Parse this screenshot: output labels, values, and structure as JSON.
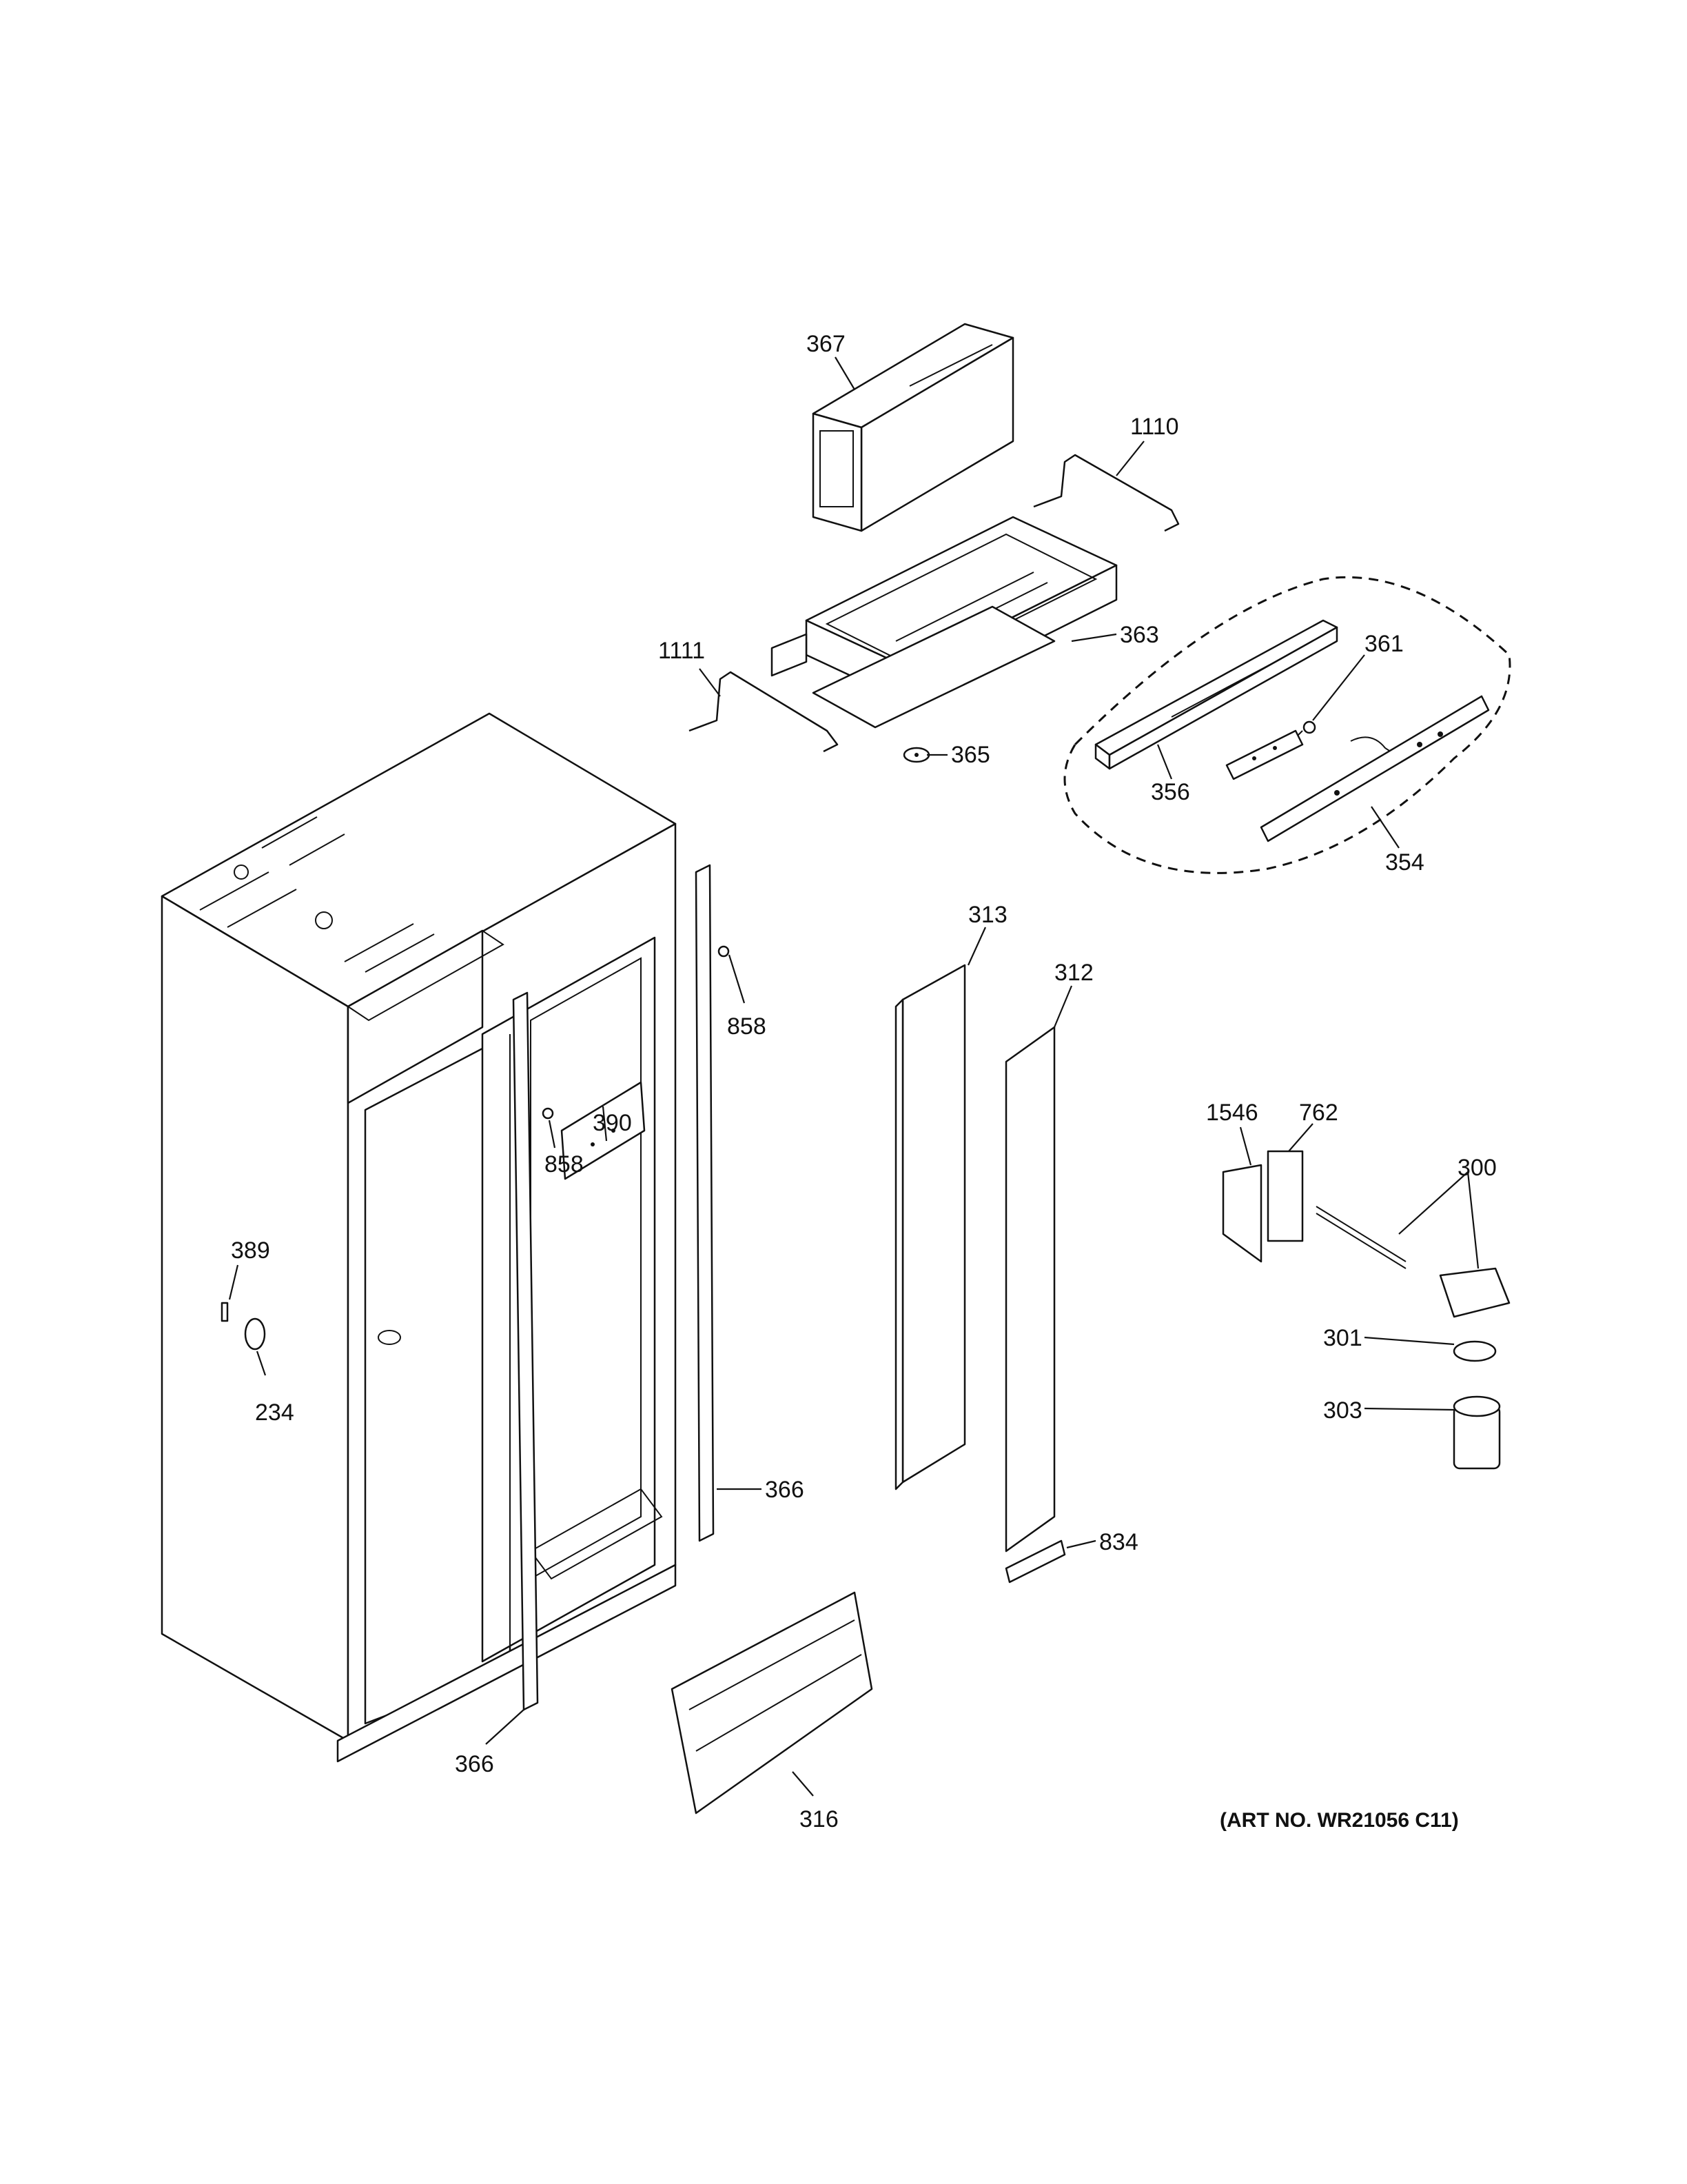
{
  "art_number": "(ART NO. WR21056 C11)",
  "callouts": {
    "c367": "367",
    "c1110": "1110",
    "c1111": "1111",
    "c363": "363",
    "c361": "361",
    "c365": "365",
    "c356": "356",
    "c354": "354",
    "c313": "313",
    "c312": "312",
    "c858a": "858",
    "c858b": "858",
    "c390": "390",
    "c389": "389",
    "c234": "234",
    "c366a": "366",
    "c366b": "366",
    "c316": "316",
    "c834": "834",
    "c1546": "1546",
    "c762": "762",
    "c300": "300",
    "c301": "301",
    "c303": "303"
  }
}
